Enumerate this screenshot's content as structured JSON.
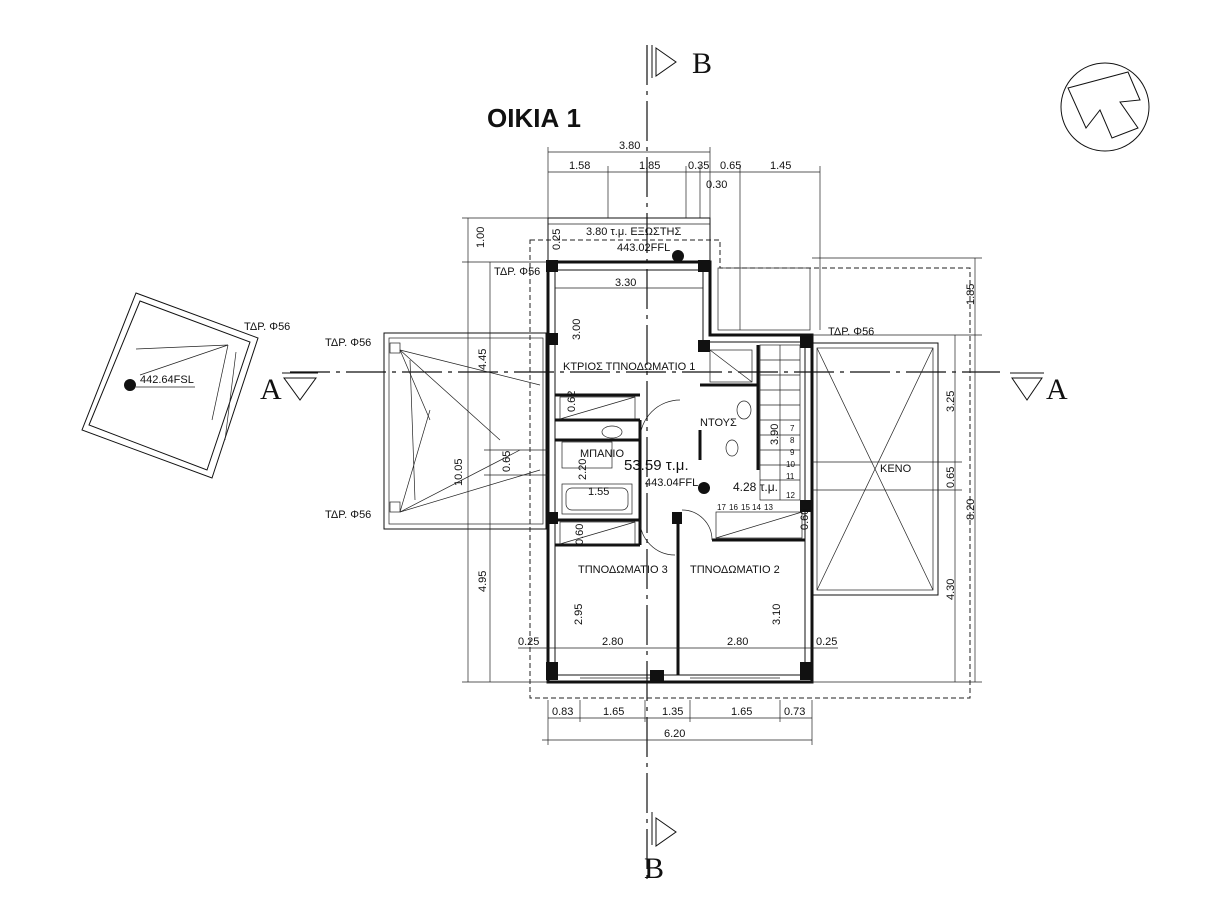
{
  "title": "ΟΙΚΙΑ 1",
  "section_marks": {
    "b_top": "B",
    "b_bottom": "B",
    "a_left": "A",
    "a_right": "A"
  },
  "rooms": {
    "master_bedroom": "ΚΤΡΙΟΣ ΤΠΝΟΔΩΜΑΤΙΟ 1",
    "bedroom_3": "ΤΠΝΟΔΩΜΑΤΙΟ 3",
    "bedroom_2": "ΤΠΝΟΔΩΜΑΤΙΟ 2",
    "bathroom": "ΜΠΑΝΙΟ",
    "shower_wc": "ΝΤΟΥΣ",
    "void": "ΚΕΝΟ",
    "balcony": "3.80  τ.μ. ΕΞΩΣΤΗΣ"
  },
  "areas": {
    "main": "53.59  τ.μ.",
    "stair": "4.28  τ.μ."
  },
  "levels": {
    "balcony": "443.02FFL",
    "main": "443.04FFL",
    "roof_slab": "442.64FSL"
  },
  "drains": {
    "d1": "ΤΔΡ. Φ56",
    "d2": "ΤΔΡ. Φ56",
    "d3": "ΤΔΡ. Φ56",
    "d4": "ΤΔΡ. Φ56",
    "d5": "ΤΔΡ. Φ56"
  },
  "dimensions": {
    "top_total": "3.80",
    "top_1": "1.58",
    "top_2": "1.85",
    "top_3": "0.35",
    "top_4": "0.65",
    "top_5": "1.45",
    "top_small": "0.30",
    "master_width": "3.30",
    "master_depth": "3.00",
    "bottom_total": "6.20",
    "bottom_1": "0.83",
    "bottom_2": "1.65",
    "bottom_3": "1.35",
    "bottom_4": "1.65",
    "bottom_5": "0.73",
    "inner_left": "2.80",
    "inner_right": "2.80",
    "edge_left": "0.25",
    "edge_right": "0.25",
    "left_1": "1.00",
    "left_2": "4.45",
    "left_3": "10.05",
    "left_4": "4.95",
    "left_5": "0.65",
    "right_1": "1.85",
    "right_2": "3.25",
    "right_3": "0.65",
    "right_4": "8.20",
    "right_5": "4.30",
    "b3_depth": "2.95",
    "b2_depth": "3.10",
    "stair_len": "3.90",
    "wardrobe_1": "0.62",
    "wardrobe_2": "0.60",
    "wardrobe_3": "0.60",
    "bath_1": "1.55",
    "bath_2": "2.20",
    "balcony_depth": "0.25"
  },
  "stair_numbers": [
    "7",
    "8",
    "9",
    "10",
    "11",
    "12",
    "13",
    "14",
    "15",
    "16",
    "17"
  ]
}
